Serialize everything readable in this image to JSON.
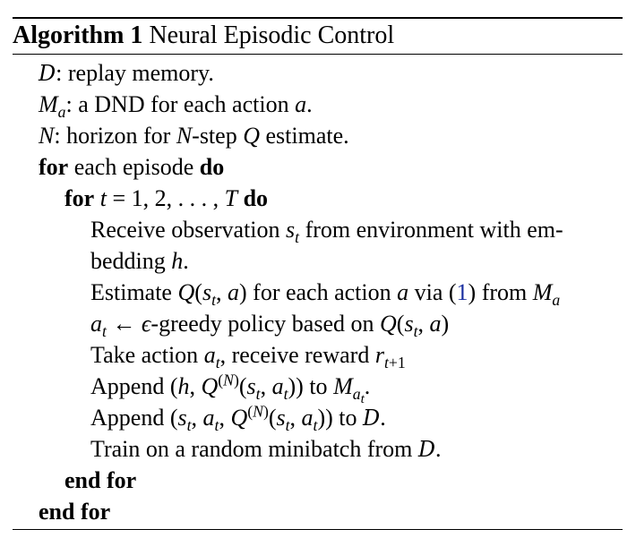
{
  "algorithm": {
    "label": "Algorithm 1",
    "title": "Neural Episodic Control",
    "lines": {
      "replay_memory": ": replay memory.",
      "dnd_intro": ": a DND for each action ",
      "horizon_intro": ": horizon for ",
      "horizon_mid": "-step ",
      "horizon_end": " estimate.",
      "for_kw": "for",
      "each_episode": "each episode",
      "do_kw": "do",
      "receive_obs": "Receive observation ",
      "from_env": " from environment with em-",
      "bedding": "bedding ",
      "estimate": "Estimate ",
      "for_each_action": " for each action ",
      "via": " via (",
      "ref_number": "1",
      "from": ") from ",
      "greedy": "-greedy policy based on ",
      "take_action": "Take action ",
      "receive_reward": ", receive reward ",
      "append": "Append ",
      "to": " to ",
      "train": "Train on a random minibatch from ",
      "end_kw": "end",
      "end_for_kw": "for"
    }
  }
}
